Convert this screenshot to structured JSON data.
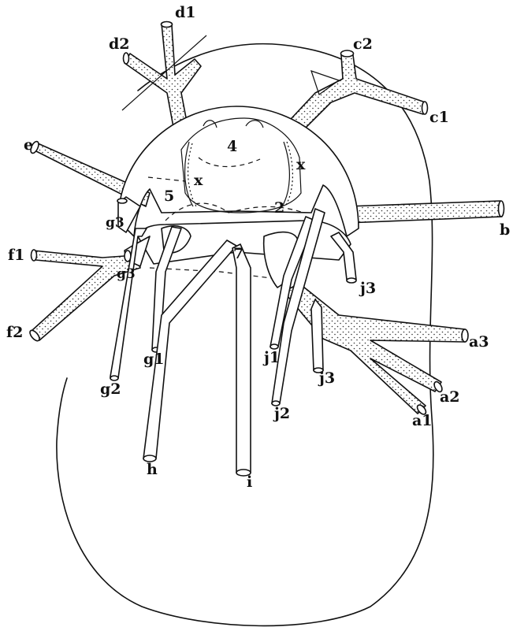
{
  "labels": {
    "d1": "d1",
    "d2": "d2",
    "c2": "c2",
    "c1": "c1",
    "e": "e",
    "b": "b",
    "g3_upper": "g3",
    "g3_lower": "g3",
    "f1": "f1",
    "f2": "f2",
    "j3_upper": "j3",
    "j3_lower": "j3",
    "a3": "a3",
    "a2": "a2",
    "a1": "a1",
    "g1": "g1",
    "g2": "g2",
    "j1": "j1",
    "j2": "j2",
    "h": "h",
    "i": "i",
    "n4": "4",
    "n5": "5",
    "n2": "2",
    "n7": "7",
    "x_left": "x",
    "x_right": "x"
  },
  "colors": {
    "ink": "#111111",
    "paper": "#ffffff",
    "stipple": "#333333"
  }
}
